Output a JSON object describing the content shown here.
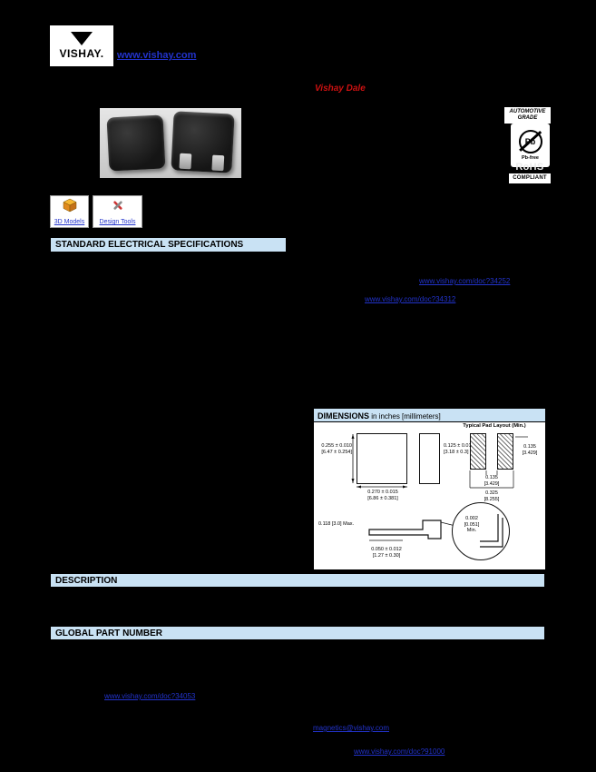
{
  "header": {
    "logo_text": "VISHAY.",
    "website": "www.vishay.com",
    "brand": "Vishay Dale"
  },
  "badges": {
    "automotive_line1": "AUTOMOTIVE",
    "automotive_line2": "GRADE",
    "pb_symbol": "Pb",
    "pb_free": "Pb-free",
    "rohs": "RoHS",
    "compliant": "COMPLIANT"
  },
  "quick_links": {
    "models_3d": "3D Models",
    "design_tools": "Design Tools"
  },
  "sections": {
    "specs": "STANDARD ELECTRICAL SPECIFICATIONS",
    "description": "DESCRIPTION",
    "global_part": "GLOBAL PART NUMBER"
  },
  "links": {
    "spec_link_1": "www.vishay.com/doc?34252",
    "spec_link_2": "www.vishay.com/doc?34312",
    "global_part_link": "www.vishay.com/doc?34053",
    "contact_email": "magnetics@vishay.com",
    "disclaimer_link": "www.vishay.com/doc?91000"
  },
  "dimensions": {
    "title": "DIMENSIONS",
    "title_suffix": " in inches [millimeters]",
    "pad_layout_label": "Typical Pad Layout (Min.)",
    "body_width": "0.255 ± 0.010\n[6.47 ± 0.254]",
    "body_height": "0.125 ± 0.01\n[3.18 ± 0.3]",
    "body_length": "0.270 ± 0.015\n[6.86 ± 0.381]",
    "pad_width": "0.135\n[3.429]",
    "pad_gap": "0.135\n[3.429]",
    "pad_span": "0.325\n[8.255]",
    "profile_height": "0.118 [3.0] Max.",
    "terminal_length": "0.050 ± 0.012\n[1.27 ± 0.30]",
    "coplanarity": "0.002\n[0.051]\nMin."
  },
  "icons": {
    "models_3d_icon": "3d-cube",
    "design_tools_icon": "crossed-tools",
    "pb_free_icon": "pb-crossed-circle",
    "logo_icon": "vishay-triangle"
  },
  "colors": {
    "page_bg": "#000000",
    "section_header_bg": "#c9e2f4",
    "link_blue": "#2233cc",
    "brand_red": "#cc1111"
  }
}
